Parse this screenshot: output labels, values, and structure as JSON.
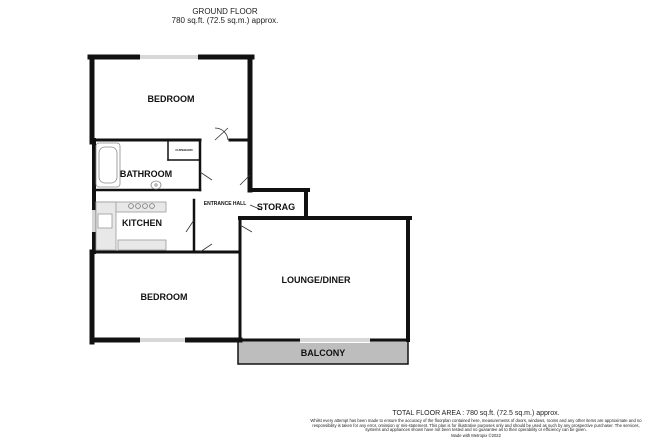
{
  "header": {
    "title": "GROUND FLOOR",
    "subtitle": "780 sq.ft. (72.5 sq.m.) approx."
  },
  "rooms": {
    "bedroom_top": "BEDROOM",
    "bathroom": "BATHROOM",
    "kitchen": "KITCHEN",
    "entrance_hall": "ENTRANCE HALL",
    "storage": "STORAG",
    "bedroom_bottom": "BEDROOM",
    "lounge_diner": "LOUNGE/DINER",
    "balcony": "BALCONY",
    "cupboard": "CUPBOARD"
  },
  "footer": {
    "total_area": "TOTAL FLOOR AREA : 780 sq.ft. (72.5 sq.m.) approx.",
    "disclaimer": "Whilst every attempt has been made to ensure the accuracy of the floorplan contained here, measurements of doors, windows, rooms and any other items are approximate and no responsibility is taken for any error, omission or mis-statement. This plan is for illustrative purposes only and should be used as such by any prospective purchaser. The services, systems and appliances shown have not been tested and no guarantee as to their operability or efficiency can be given.",
    "made_with": "Made with Metropix ©2022"
  },
  "colors": {
    "wall": "#111111",
    "balcony_fill": "#bdbdbd",
    "fixture": "#9a9a9a"
  }
}
